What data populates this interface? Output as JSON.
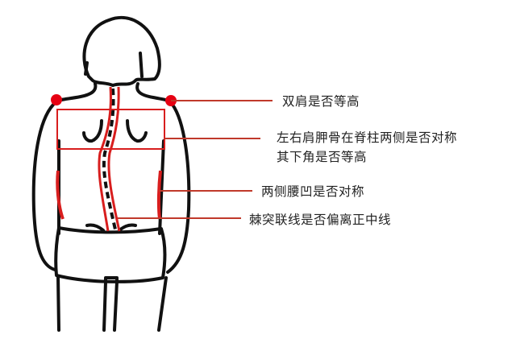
{
  "colors": {
    "outline": "#111111",
    "accent": "#d81e1e",
    "dot": "#e60012",
    "text": "#222222",
    "background": "#ffffff"
  },
  "annotations": [
    {
      "id": "shoulders",
      "text": "双肩是否等高"
    },
    {
      "id": "scapula",
      "lines": [
        "左右肩胛骨在脊柱两侧是否对称",
        "其下角是否等高"
      ]
    },
    {
      "id": "waist",
      "text": "两侧腰凹是否对称"
    },
    {
      "id": "spine",
      "text": "棘突联线是否偏离正中线"
    }
  ]
}
